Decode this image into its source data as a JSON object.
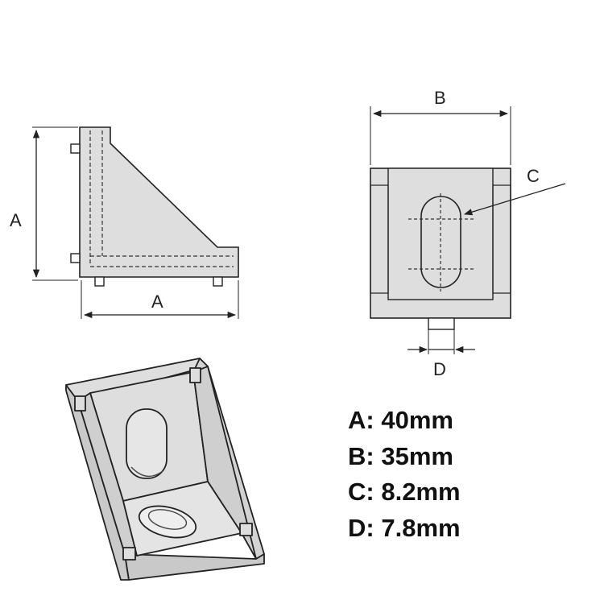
{
  "dimension_letters": {
    "side_height": "A",
    "side_width": "A",
    "top_width": "B",
    "slot": "C",
    "tab": "D"
  },
  "specs": [
    {
      "label": "A:",
      "value": "40mm"
    },
    {
      "label": "B:",
      "value": "35mm"
    },
    {
      "label": "C:",
      "value": "8.2mm"
    },
    {
      "label": "D:",
      "value": "7.8mm"
    }
  ],
  "colors": {
    "line": "#222222",
    "fill": "#dedede",
    "fill_dark": "#c9c9c9",
    "text": "#111111"
  }
}
